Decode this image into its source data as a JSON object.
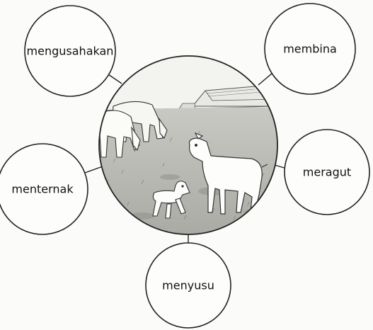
{
  "diagram": {
    "center_image": "goats-grazing-farm-scene",
    "words": {
      "top_left": "mengusahakan",
      "top_right": "membina",
      "mid_left": "menternak",
      "mid_right": "meragut",
      "bottom": "menyusu"
    }
  }
}
